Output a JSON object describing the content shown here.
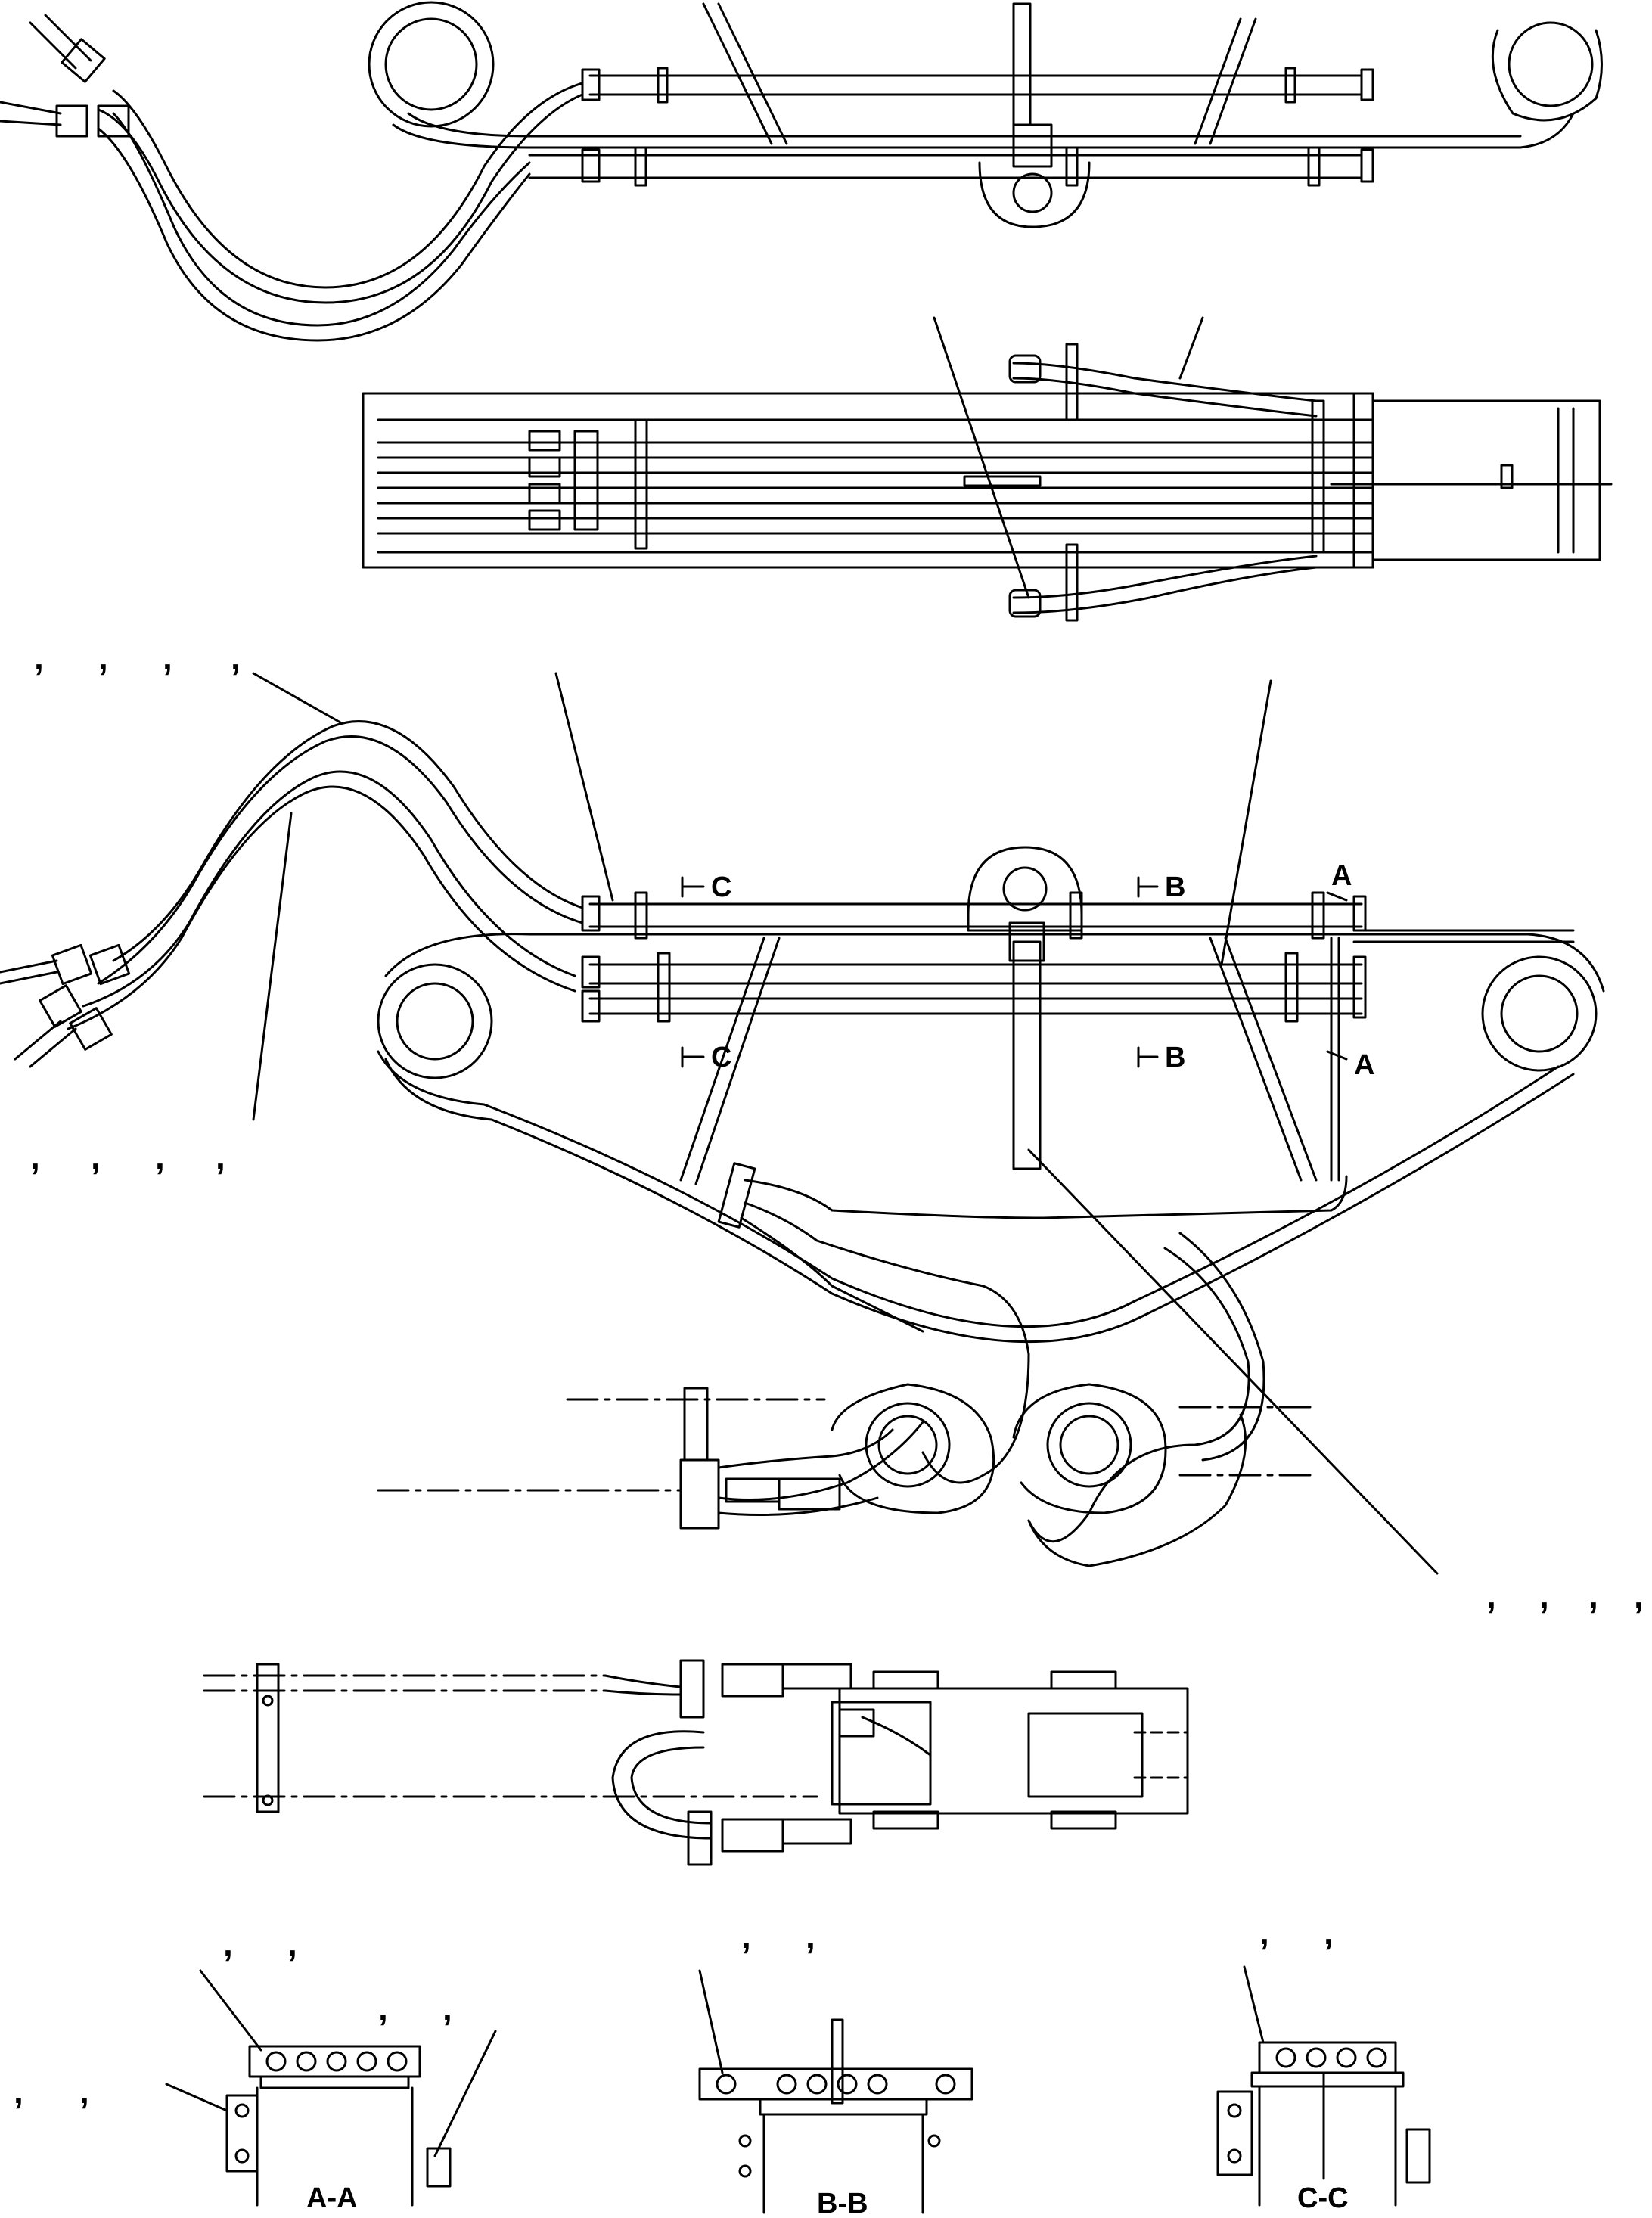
{
  "drawing": {
    "section_titles": {
      "aa": "A-A",
      "bb": "B-B",
      "cc": "C-C"
    },
    "cut_markers": {
      "a": "A",
      "b": "B",
      "c": "C"
    },
    "callout_separator": ",",
    "callouts": {
      "upper_left_hoses": [
        ",",
        ",",
        ",",
        ","
      ],
      "lower_left_hoses": [
        ",",
        ",",
        ",",
        ","
      ],
      "lower_right_hoses": [
        ",",
        ",",
        ",",
        ","
      ],
      "section_aa_top": [
        ",",
        ","
      ],
      "section_aa_mid": [
        ",",
        ","
      ],
      "section_aa_left": [
        ",",
        ","
      ],
      "section_bb_top": [
        ",",
        ","
      ],
      "section_cc_top": [
        ",",
        ","
      ]
    }
  },
  "colors": {
    "ink": "#000000",
    "paper": "#ffffff"
  }
}
